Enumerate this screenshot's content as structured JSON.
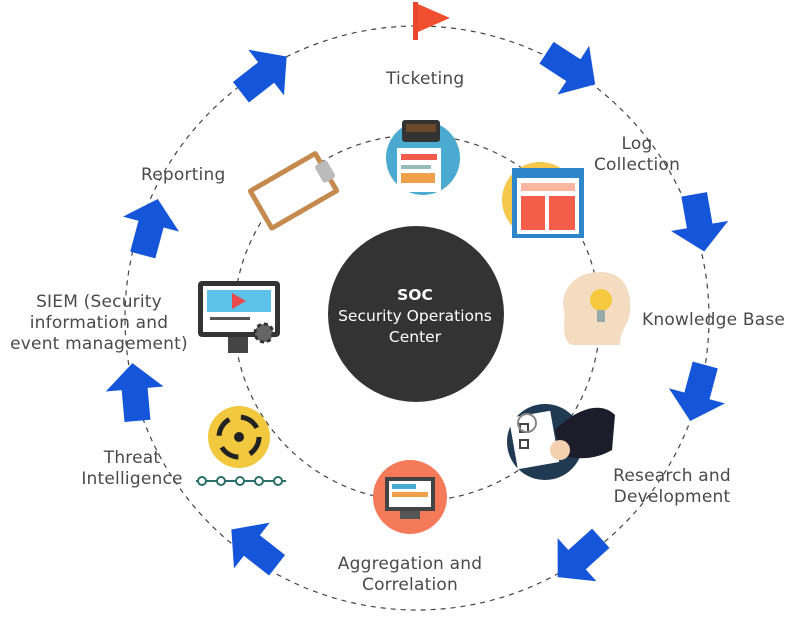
{
  "center": {
    "title": "SOC",
    "line1": "Security Operations",
    "line2": "Center"
  },
  "steps": [
    {
      "id": "ticketing",
      "lines": [
        "Ticketing"
      ]
    },
    {
      "id": "log-collection",
      "lines": [
        "Log",
        "Collection"
      ]
    },
    {
      "id": "knowledge-base",
      "lines": [
        "Knowledge Base"
      ]
    },
    {
      "id": "research",
      "lines": [
        "Research and",
        "Development"
      ]
    },
    {
      "id": "aggregation",
      "lines": [
        "Aggregation and",
        "Correlation"
      ]
    },
    {
      "id": "threat",
      "lines": [
        "Threat",
        "Intelligence"
      ]
    },
    {
      "id": "siem",
      "lines": [
        "SIEM (Security",
        "information and",
        "event management)"
      ]
    },
    {
      "id": "reporting",
      "lines": [
        "Reporting"
      ]
    }
  ],
  "icons": [
    "flag-icon",
    "wallet-documents-icon",
    "browser-layout-icon",
    "idea-head-icon",
    "checklist-hand-icon",
    "monitor-layout-icon",
    "biohazard-icon",
    "video-monitor-icon",
    "clipboard-icon"
  ],
  "colors": {
    "center_fill": "#333333",
    "arrow_blue": "#1455d9",
    "ring_dash": "#444444",
    "label_text": "#4a4a4a"
  }
}
